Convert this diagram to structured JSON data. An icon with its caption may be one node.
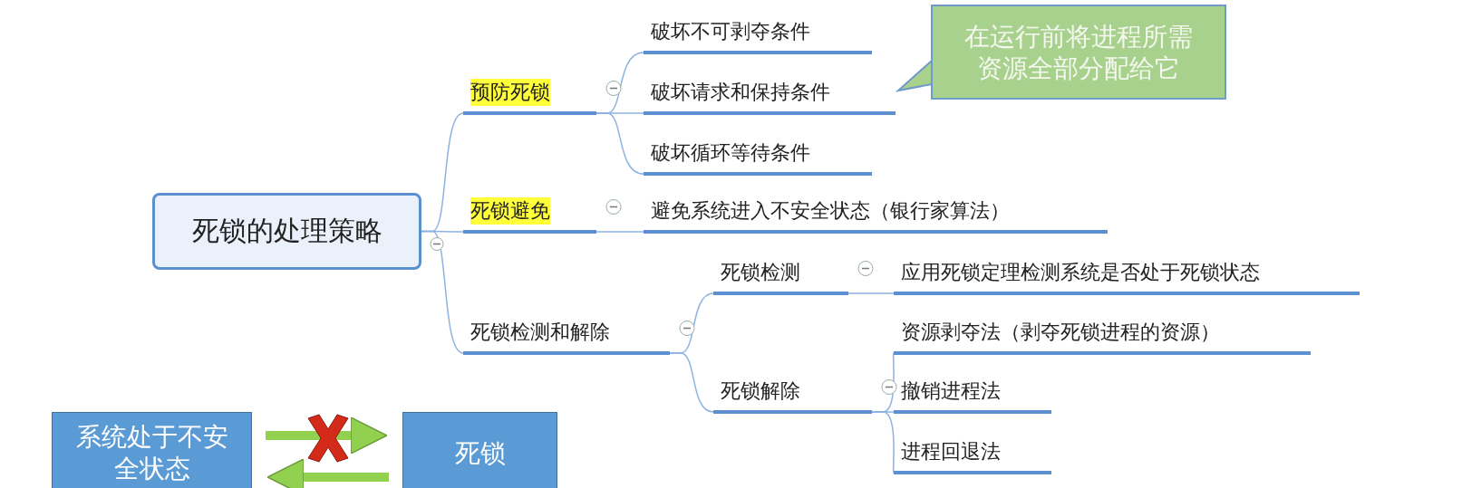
{
  "diagram": {
    "nodes": [
      {
        "text": [
          "死锁的处理策略"
        ]
      },
      {
        "text": [
          "预防死锁"
        ]
      },
      {
        "text": [
          "破坏不可剥夺条件"
        ]
      },
      {
        "text": [
          "破坏请求和保持条件"
        ]
      },
      {
        "text": [
          "破坏循环等待条件"
        ]
      },
      {
        "text": [
          "死锁避免"
        ]
      },
      {
        "text": [
          "避免系统进入不安全状态（银行家算法）"
        ]
      },
      {
        "text": [
          "死锁检测和解除"
        ]
      },
      {
        "text": [
          "死锁检测"
        ]
      },
      {
        "text": [
          "应用死锁定理检测系统是否处于死锁状态"
        ]
      },
      {
        "text": [
          "死锁解除"
        ]
      },
      {
        "text": [
          "资源剥夺法（剥夺死锁进程的资源）"
        ]
      },
      {
        "text": [
          "撤销进程法"
        ]
      },
      {
        "text": [
          "进程回退法"
        ]
      },
      {
        "text": [
          "在运行前将进程所需资源全部分配给它"
        ]
      },
      {
        "text": [
          "系统处于不安全状态"
        ]
      },
      {
        "text": [
          "死锁"
        ]
      }
    ],
    "edges": [
      {
        "from": 0,
        "to": 1,
        "arrow": "none"
      },
      {
        "from": 0,
        "to": 5,
        "arrow": "none"
      },
      {
        "from": 0,
        "to": 7,
        "arrow": "none"
      },
      {
        "from": 1,
        "to": 2,
        "arrow": "none"
      },
      {
        "from": 1,
        "to": 3,
        "arrow": "none"
      },
      {
        "from": 1,
        "to": 4,
        "arrow": "none"
      },
      {
        "from": 5,
        "to": 6,
        "arrow": "none"
      },
      {
        "from": 7,
        "to": 8,
        "arrow": "none"
      },
      {
        "from": 7,
        "to": 10,
        "arrow": "none"
      },
      {
        "from": 8,
        "to": 9,
        "arrow": "none"
      },
      {
        "from": 10,
        "to": 11,
        "arrow": "none"
      },
      {
        "from": 10,
        "to": 12,
        "arrow": "none"
      },
      {
        "from": 10,
        "to": 13,
        "arrow": "none"
      },
      {
        "from": 14,
        "to": 3,
        "arrow": "to"
      },
      {
        "from": 15,
        "to": 16,
        "arrow": "to",
        "style": "thick",
        "color": "#92d050"
      },
      {
        "from": 16,
        "to": 15,
        "arrow": "to",
        "style": "thick",
        "color": "#92d050"
      }
    ]
  }
}
